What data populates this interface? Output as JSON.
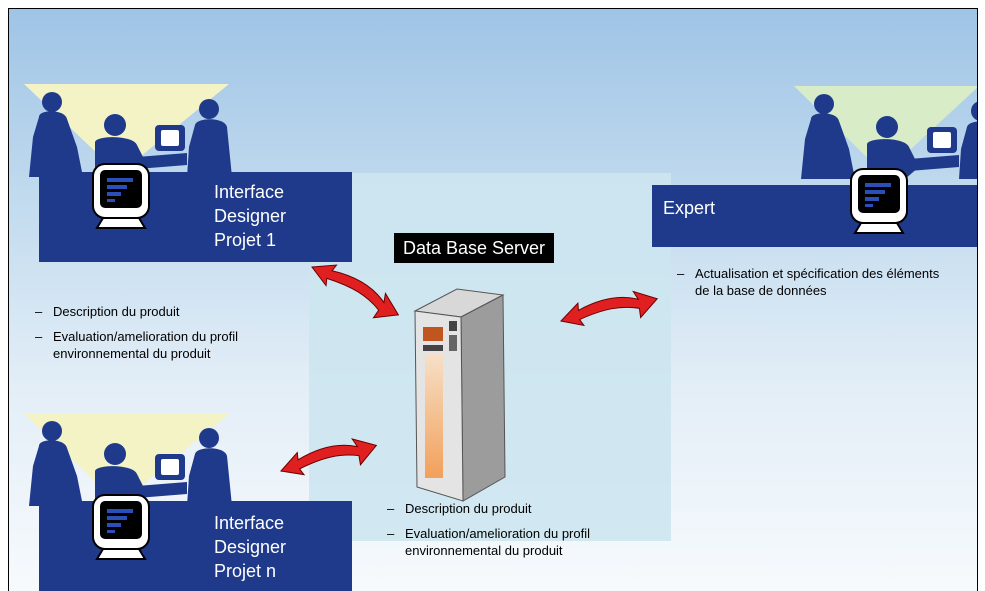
{
  "designer_top": {
    "label": "Interface\nDesigner\nProjet 1",
    "bullets": [
      "Description du produit",
      "Evaluation/amelioration du profil environnemental du produit"
    ]
  },
  "designer_bottom": {
    "label": "Interface\nDesigner\nProjet n"
  },
  "expert": {
    "label": "Expert",
    "bullets": [
      "Actualisation et spécification des éléments de la base de données"
    ]
  },
  "server": {
    "label": "Data Base Server",
    "bullets": [
      "Description du produit",
      "Evaluation/amelioration du profil environnemental du produit"
    ]
  },
  "colors": {
    "box": "#1f3a8a",
    "arrow": "#e02020",
    "panel": "#cde6ef",
    "beam_yellow": "#f4f3c6",
    "beam_green": "#d9ecc8"
  },
  "icons": [
    "users-at-computer-icon",
    "monitor-icon",
    "server-tower-icon",
    "double-arrow-icon"
  ]
}
